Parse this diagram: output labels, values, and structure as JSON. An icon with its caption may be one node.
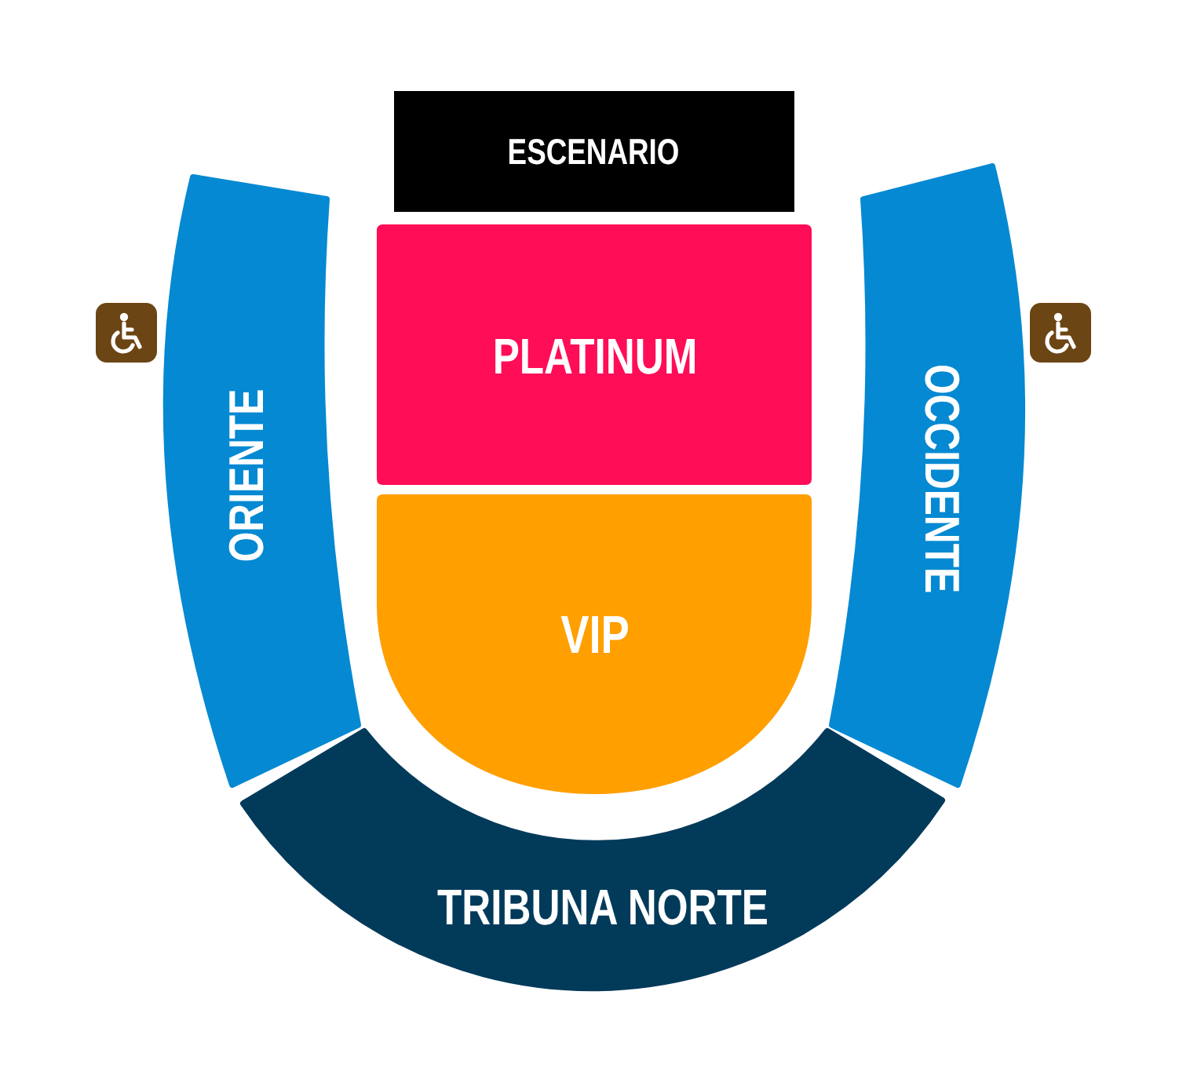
{
  "diagram": {
    "nodes": [
      {
        "text": [
          "ESCENARIO"
        ]
      },
      {
        "text": [
          "ORIENTE"
        ]
      },
      {
        "text": [
          "PLATINUM"
        ]
      },
      {
        "text": [
          "VIP"
        ]
      },
      {
        "text": [
          "OCCIDENTE"
        ]
      },
      {
        "text": [
          "TRIBUNA NORTE"
        ]
      }
    ]
  }
}
